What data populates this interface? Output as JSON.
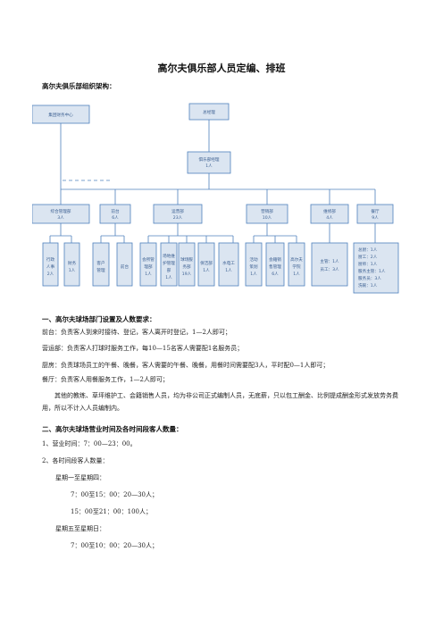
{
  "title": "高尔夫俱乐部人员定编、排班",
  "org_heading": "高尔夫俱乐部组织架构：",
  "org": {
    "group": "集团财务中心",
    "gm": "总经理",
    "club_manager": [
      "俱乐部经理",
      "1人"
    ],
    "departments": [
      [
        "综合管理部",
        "3人"
      ],
      [
        "前台",
        "6人"
      ],
      [
        "运营部",
        "23人"
      ],
      [
        "营销部",
        "10人"
      ],
      [
        "维修部",
        "4人"
      ],
      [
        "餐厅",
        "9人"
      ]
    ],
    "units": [
      [
        "行政",
        "人事",
        "2人"
      ],
      [
        "财务",
        "1人"
      ],
      [
        "客户",
        "管理"
      ],
      [
        "前台"
      ],
      [
        "会所管",
        "理部",
        "1人"
      ],
      [
        "场地维",
        "护管理",
        "部",
        "1人"
      ],
      [
        "球场服",
        "务部",
        "19人"
      ],
      [
        "保洁部",
        "1人"
      ],
      [
        "水电工",
        "1人"
      ],
      [
        "活动",
        "策划",
        "1人"
      ],
      [
        "会籍销",
        "售管理",
        "6人"
      ],
      [
        "高尔夫",
        "学院",
        "1人"
      ],
      [
        "主管：1人",
        "员工：3人"
      ],
      [
        "总厨：1人",
        "厨工：2人",
        "厨师：1人",
        "服务主管：1人",
        "服务员：3人",
        "洗碗：1人"
      ]
    ]
  },
  "section1": {
    "heading": "一、高尔夫球场部门设置及人数要求：",
    "lines": [
      "前台：负责客人到来时接待、登记，客人离开时登记，1—2人即可；",
      "营运部：负责客人打球时服务工作，每10—15名客人需要配1名服务员；",
      "厨房：负责球场员工的午餐、晚餐，客人需要的午餐、晚餐，用餐时间需要配3人，平时配0—1人即可；",
      "餐厅：负责客人用餐服务工作，1—2人即可；"
    ],
    "note": "其他的教练、草坪维护工、会籍销售人员，均为非公司正式编制人员，无底薪，只以包工酬金、比例提成酬金形式发放劳务费用，所以不计入人员编制内。"
  },
  "section2": {
    "heading": "二、高尔夫球场营业时间及各时间段客人数量：",
    "item1": "1、营业时间：7：00—23：00。",
    "item2": "2、各时间段客人数量：",
    "weekday": "星期一至星期四：",
    "weekday_rows": [
      "7：00至15：00：20—30人；",
      "15：00至21：00：100人；"
    ],
    "weekend": "星期五至星期日：",
    "weekend_rows": [
      "7：00至10：00：20—30人；"
    ]
  }
}
